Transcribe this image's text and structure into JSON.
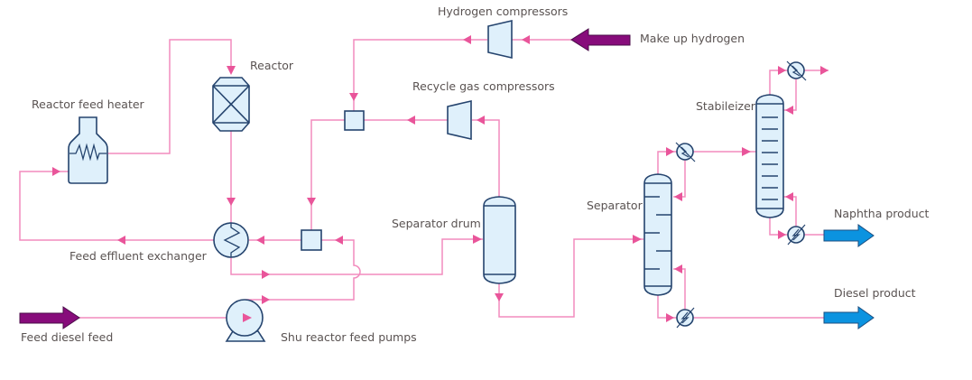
{
  "title": "Diesel hydrotreating process flow diagram",
  "colors": {
    "pipe": "#f28bbd",
    "flow_arrow": "#e9559a",
    "equipment_fill": "#dff0fb",
    "equipment_stroke": "#25446e",
    "feed_arrow": "#870c7b",
    "product_arrow": "#0b93e0",
    "label_text": "#5a5352"
  },
  "labels": {
    "hydrogen_compressors": "Hydrogen compressors",
    "make_up_hydrogen": "Make up hydrogen",
    "reactor": "Reactor",
    "recycle_gas_compressors": "Recycle gas compressors",
    "reactor_feed_heater": "Reactor feed heater",
    "stabilizer": "Stabileizer",
    "separator_drum": "Separator drum",
    "separator": "Separator",
    "naphtha_product": "Naphtha product",
    "feed_effluent_exchanger": "Feed effluent exchanger",
    "diesel_product": "Diesel product",
    "feed_diesel_feed": "Feed diesel feed",
    "shu_reactor_feed_pumps": "Shu reactor feed pumps"
  },
  "streams": {
    "inputs": [
      "Make up hydrogen",
      "Feed diesel feed"
    ],
    "outputs": [
      "Naphtha product",
      "Diesel product"
    ]
  }
}
